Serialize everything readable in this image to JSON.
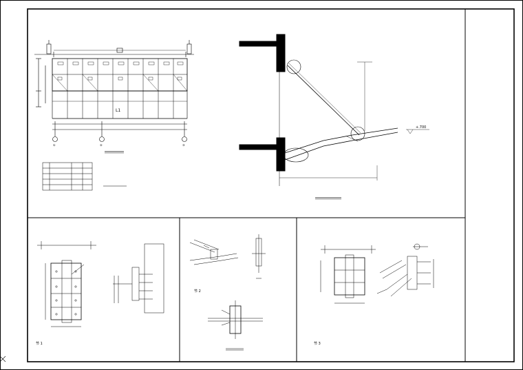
{
  "drawing": {
    "plan": {
      "frame_label": "L1",
      "grid_axes": [
        "①",
        "②",
        "③"
      ]
    },
    "section": {
      "elevation_label": "+.700"
    },
    "details": {
      "node1_label": "节 1",
      "node2_label": "节 2",
      "node3_label": "节 3"
    }
  }
}
